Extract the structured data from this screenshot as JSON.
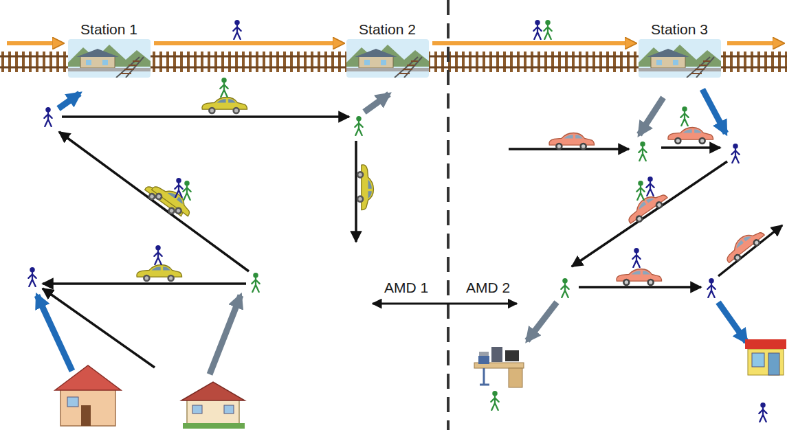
{
  "diagram": {
    "nodes": [
      {
        "text": [
          "Station 1"
        ]
      },
      {
        "text": [
          "Station 2"
        ]
      },
      {
        "text": [
          "Station 3"
        ]
      }
    ],
    "edges": [
      {
        "from": 0,
        "to": 1,
        "arrow": "to"
      },
      {
        "from": 1,
        "to": 2,
        "arrow": "to"
      }
    ],
    "labels": [
      "AMD 1",
      "AMD 2"
    ]
  }
}
